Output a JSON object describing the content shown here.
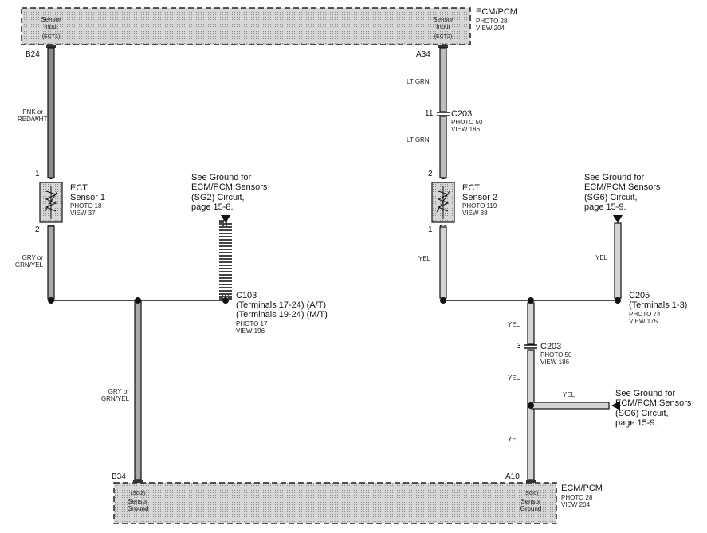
{
  "ecm_top": {
    "title": "ECM/PCM",
    "photo": "PHOTO 28",
    "view": "VIEW 204",
    "left_input": {
      "label": "Sensor\nInput",
      "code": "(ECT1)",
      "pin": "B24"
    },
    "right_input": {
      "label": "Sensor\nInput",
      "code": "(ECT2)",
      "pin": "A34"
    }
  },
  "ecm_bottom": {
    "title": "ECM/PCM",
    "photo": "PHOTO 28",
    "view": "VIEW 204",
    "left_ground": {
      "code": "(SG2)",
      "label": "Sensor\nGround",
      "pin": "B34"
    },
    "right_ground": {
      "code": "(SG6)",
      "label": "Sensor\nGround",
      "pin": "A10"
    }
  },
  "wires": {
    "left_top": "PNK or\nRED/WHT",
    "left_mid": "GRY or\nGRN/YEL",
    "left_bottom": "GRY or\nGRN/YEL",
    "right_top_1": "LT GRN",
    "right_top_2": "LT GRN",
    "right_mid": "YEL",
    "right_drop": "YEL",
    "right_lower_1": "YEL",
    "right_lower_2": "YEL",
    "right_lower_3": "YEL",
    "right_branch": "YEL"
  },
  "sensor1": {
    "name": "ECT\nSensor 1",
    "photo": "PHOTO 18",
    "view": "VIEW 37",
    "pin_top": "1",
    "pin_bottom": "2"
  },
  "sensor2": {
    "name": "ECT\nSensor 2",
    "photo": "PHOTO 119",
    "view": "VIEW 38",
    "pin_top": "2",
    "pin_bottom": "1"
  },
  "c203_upper": {
    "name": "C203",
    "pin": "11",
    "photo": "PHOTO 50",
    "view": "VIEW 186"
  },
  "c203_lower": {
    "name": "C203",
    "pin": "3",
    "photo": "PHOTO 50",
    "view": "VIEW 186"
  },
  "c103": {
    "name": "C103",
    "line1": "(Terminals 17-24) (A/T)",
    "line2": "(Terminals 19-24) (M/T)",
    "photo": "PHOTO 17",
    "view": "VIEW 196"
  },
  "c205": {
    "name": "C205",
    "line1": "(Terminals 1-3)",
    "photo": "PHOTO 74",
    "view": "VIEW 175"
  },
  "ground_notes": {
    "sg2": "See Ground for\nECM/PCM Sensors\n(SG2) Circuit,\npage 15-8.",
    "sg6_top": "See Ground for\nECM/PCM Sensors\n(SG6) Circuit,\npage 15-9.",
    "sg6_right": "See Ground for\nECM/PCM Sensors\n(SG6) Circuit,\npage 15-9."
  }
}
